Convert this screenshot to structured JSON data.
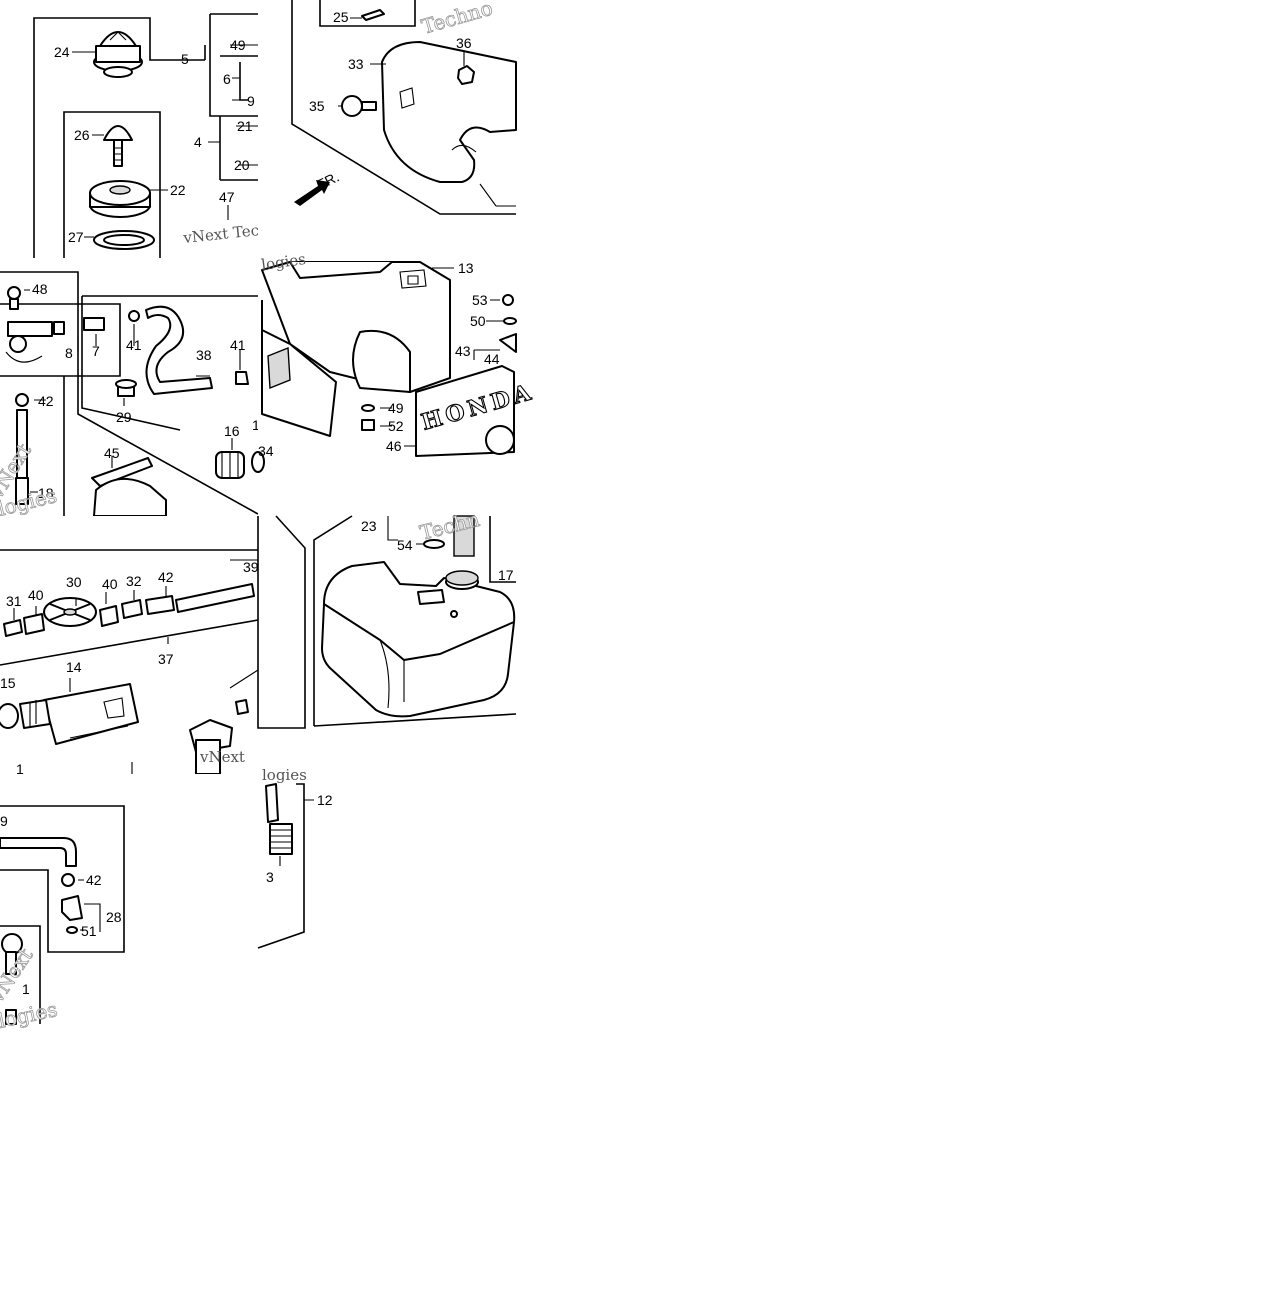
{
  "diagram": {
    "watermark": "vNext Technologies",
    "watermark_parts": [
      "vNext",
      "Techno",
      "logies",
      "Techn",
      "vNext Tec"
    ],
    "brand_plate_text": "HONDA",
    "direction_label": "FR.",
    "callouts": {
      "c1": "1",
      "c3": "3",
      "c4": "4",
      "c5": "5",
      "c6": "6",
      "c7": "7",
      "c8": "8",
      "c9": "9",
      "c12": "12",
      "c13": "13",
      "c14": "14",
      "c15": "15",
      "c16": "16",
      "c17": "17",
      "c18": "18",
      "c20": "20",
      "c21": "21",
      "c22": "22",
      "c23": "23",
      "c24": "24",
      "c25": "25",
      "c26": "26",
      "c27": "27",
      "c28": "28",
      "c29": "29",
      "c30": "30",
      "c31": "31",
      "c32": "32",
      "c33": "33",
      "c34": "34",
      "c35": "35",
      "c36": "36",
      "c37": "37",
      "c38": "38",
      "c39": "39",
      "c40": "40",
      "c41": "41",
      "c42": "42",
      "c43": "43",
      "c44": "44",
      "c45": "45",
      "c46": "46",
      "c47": "47",
      "c48": "48",
      "c49": "49",
      "c50": "50",
      "c51": "51",
      "c52": "52",
      "c53": "53",
      "c54": "54"
    }
  }
}
